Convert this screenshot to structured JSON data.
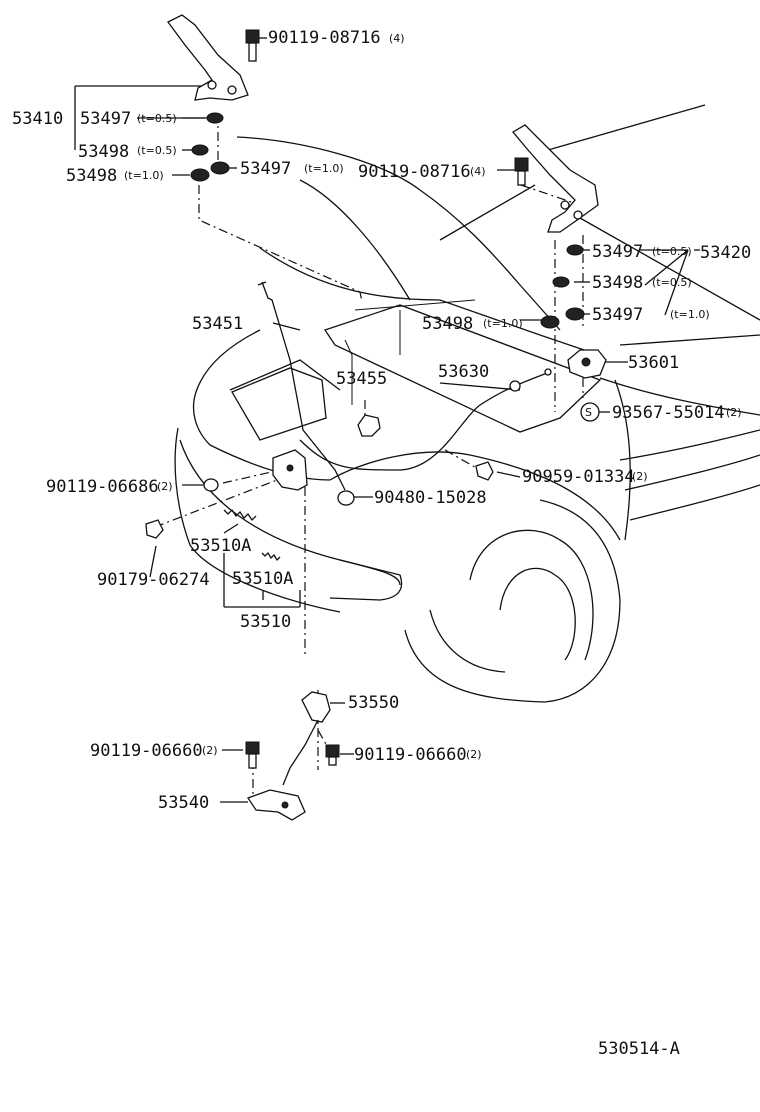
{
  "diagram": {
    "labels": {
      "l_90119_08716_top": "90119-08716",
      "l_q4_top": "(4)",
      "l_53410": "53410",
      "l_53497_a": "53497",
      "l_t05_a": "(t=0.5)",
      "l_53498_a": "53498",
      "l_t05_b": "(t=0.5)",
      "l_53498_b": "53498",
      "l_t10_a": "(t=1.0)",
      "l_53497_b": "53497",
      "l_t10_b": "(t=1.0)",
      "l_90119_08716_mid": "90119-08716",
      "l_q4_mid": "(4)",
      "l_53497_c": "53497",
      "l_t05_c": "(t=0.5)",
      "l_53420": "53420",
      "l_53498_c": "53498",
      "l_t05_d": "(t=0.5)",
      "l_53451": "53451",
      "l_53498_d": "53498",
      "l_t10_c": "(t=1.0)",
      "l_53497_d": "53497",
      "l_t10_d": "(t=1.0)",
      "l_53601": "53601",
      "l_53455": "53455",
      "l_53630": "53630",
      "l_s": "S",
      "l_93567": "93567-55014",
      "l_q2_a": "(2)",
      "l_90119_06686": "90119-06686",
      "l_q2_b": "(2)",
      "l_90959": "90959-01334",
      "l_q2_c": "(2)",
      "l_90480": "90480-15028",
      "l_53510a_1": "53510A",
      "l_90179": "90179-06274",
      "l_53510a_2": "53510A",
      "l_53510": "53510",
      "l_53550": "53550",
      "l_90119_06660_l": "90119-06660",
      "l_q2_d": "(2)",
      "l_90119_06660_r": "90119-06660",
      "l_q2_e": "(2)",
      "l_53540": "53540",
      "l_ref": "530514-A"
    }
  }
}
